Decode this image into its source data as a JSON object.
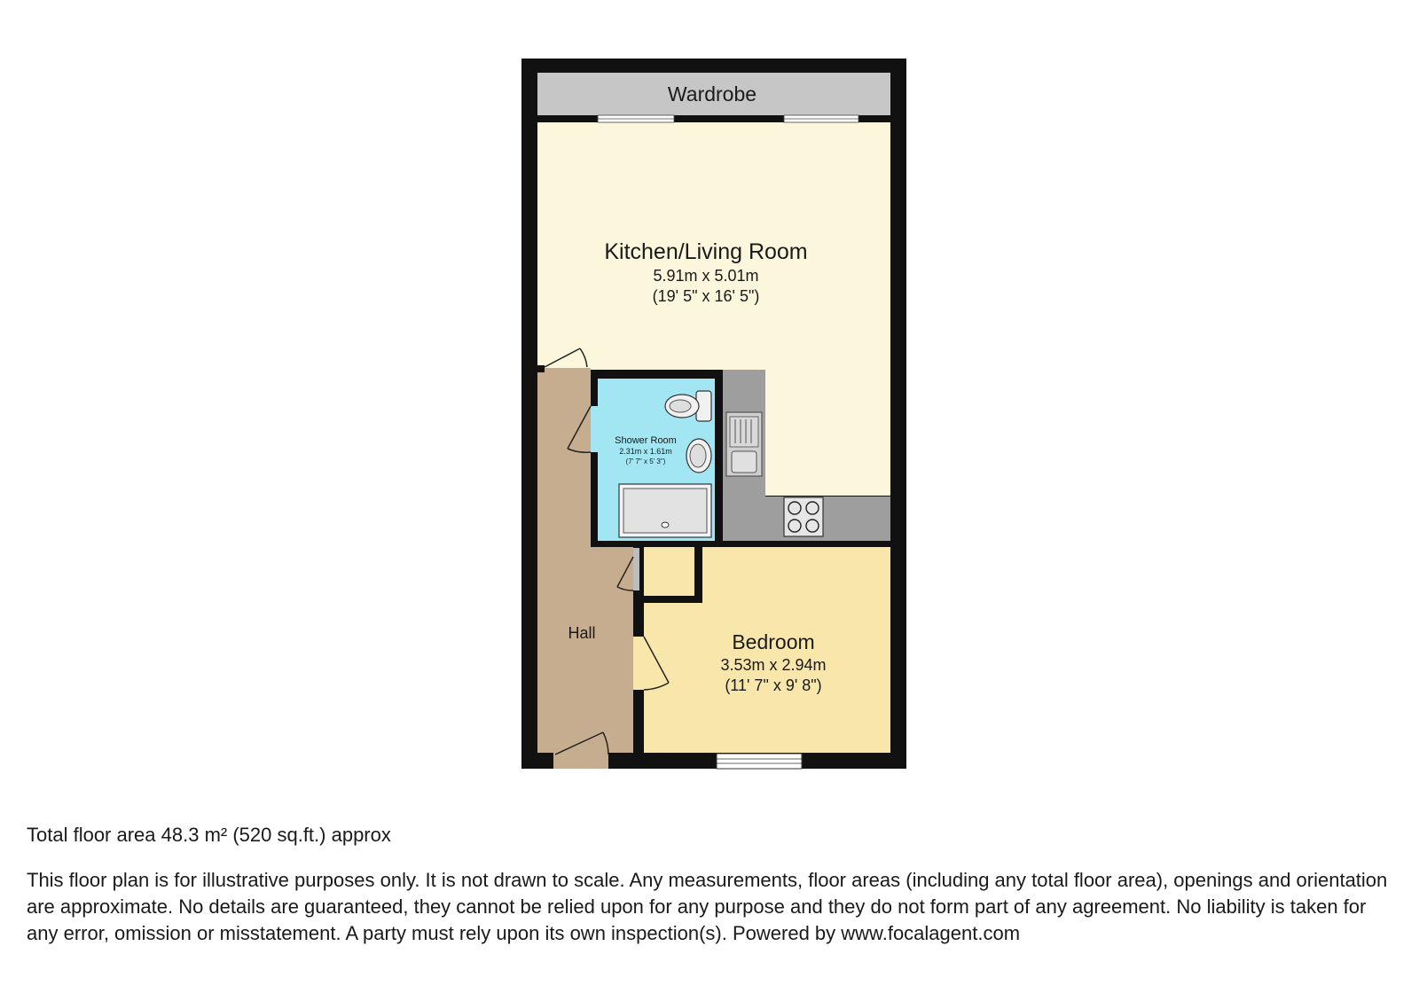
{
  "rooms": {
    "wardrobe": {
      "name": "Wardrobe"
    },
    "kitchen_living": {
      "name": "Kitchen/Living Room",
      "metric": "5.91m x 5.01m",
      "imperial": "(19' 5\" x 16' 5\")"
    },
    "shower_room": {
      "name": "Shower Room",
      "metric": "2.31m x 1.61m",
      "imperial": "(7' 7\" x 5' 3\")"
    },
    "hall": {
      "name": "Hall"
    },
    "bedroom": {
      "name": "Bedroom",
      "metric": "3.53m x 2.94m",
      "imperial": "(11' 7\" x 9' 8\")"
    }
  },
  "colors": {
    "wall": "#111111",
    "wardrobe": "#c6c6c6",
    "kitchen_living": "#fbf6dc",
    "shower_room": "#a2e6f3",
    "hall": "#c7ad90",
    "bedroom": "#f9e6aa",
    "worktop": "#9e9e9e",
    "cupboard": "#bdbdbd"
  },
  "footer": {
    "total_area": "Total floor area 48.3 m² (520 sq.ft.) approx",
    "disclaimer": "This floor plan is for illustrative purposes only. It is not drawn to scale. Any measurements, floor areas (including any total floor area), openings and orientation are approximate. No details are guaranteed, they cannot be relied upon for any purpose and they do not form part of any agreement. No liability is taken for any error, omission or misstatement. A party must rely upon its own inspection(s). Powered by www.focalagent.com"
  }
}
